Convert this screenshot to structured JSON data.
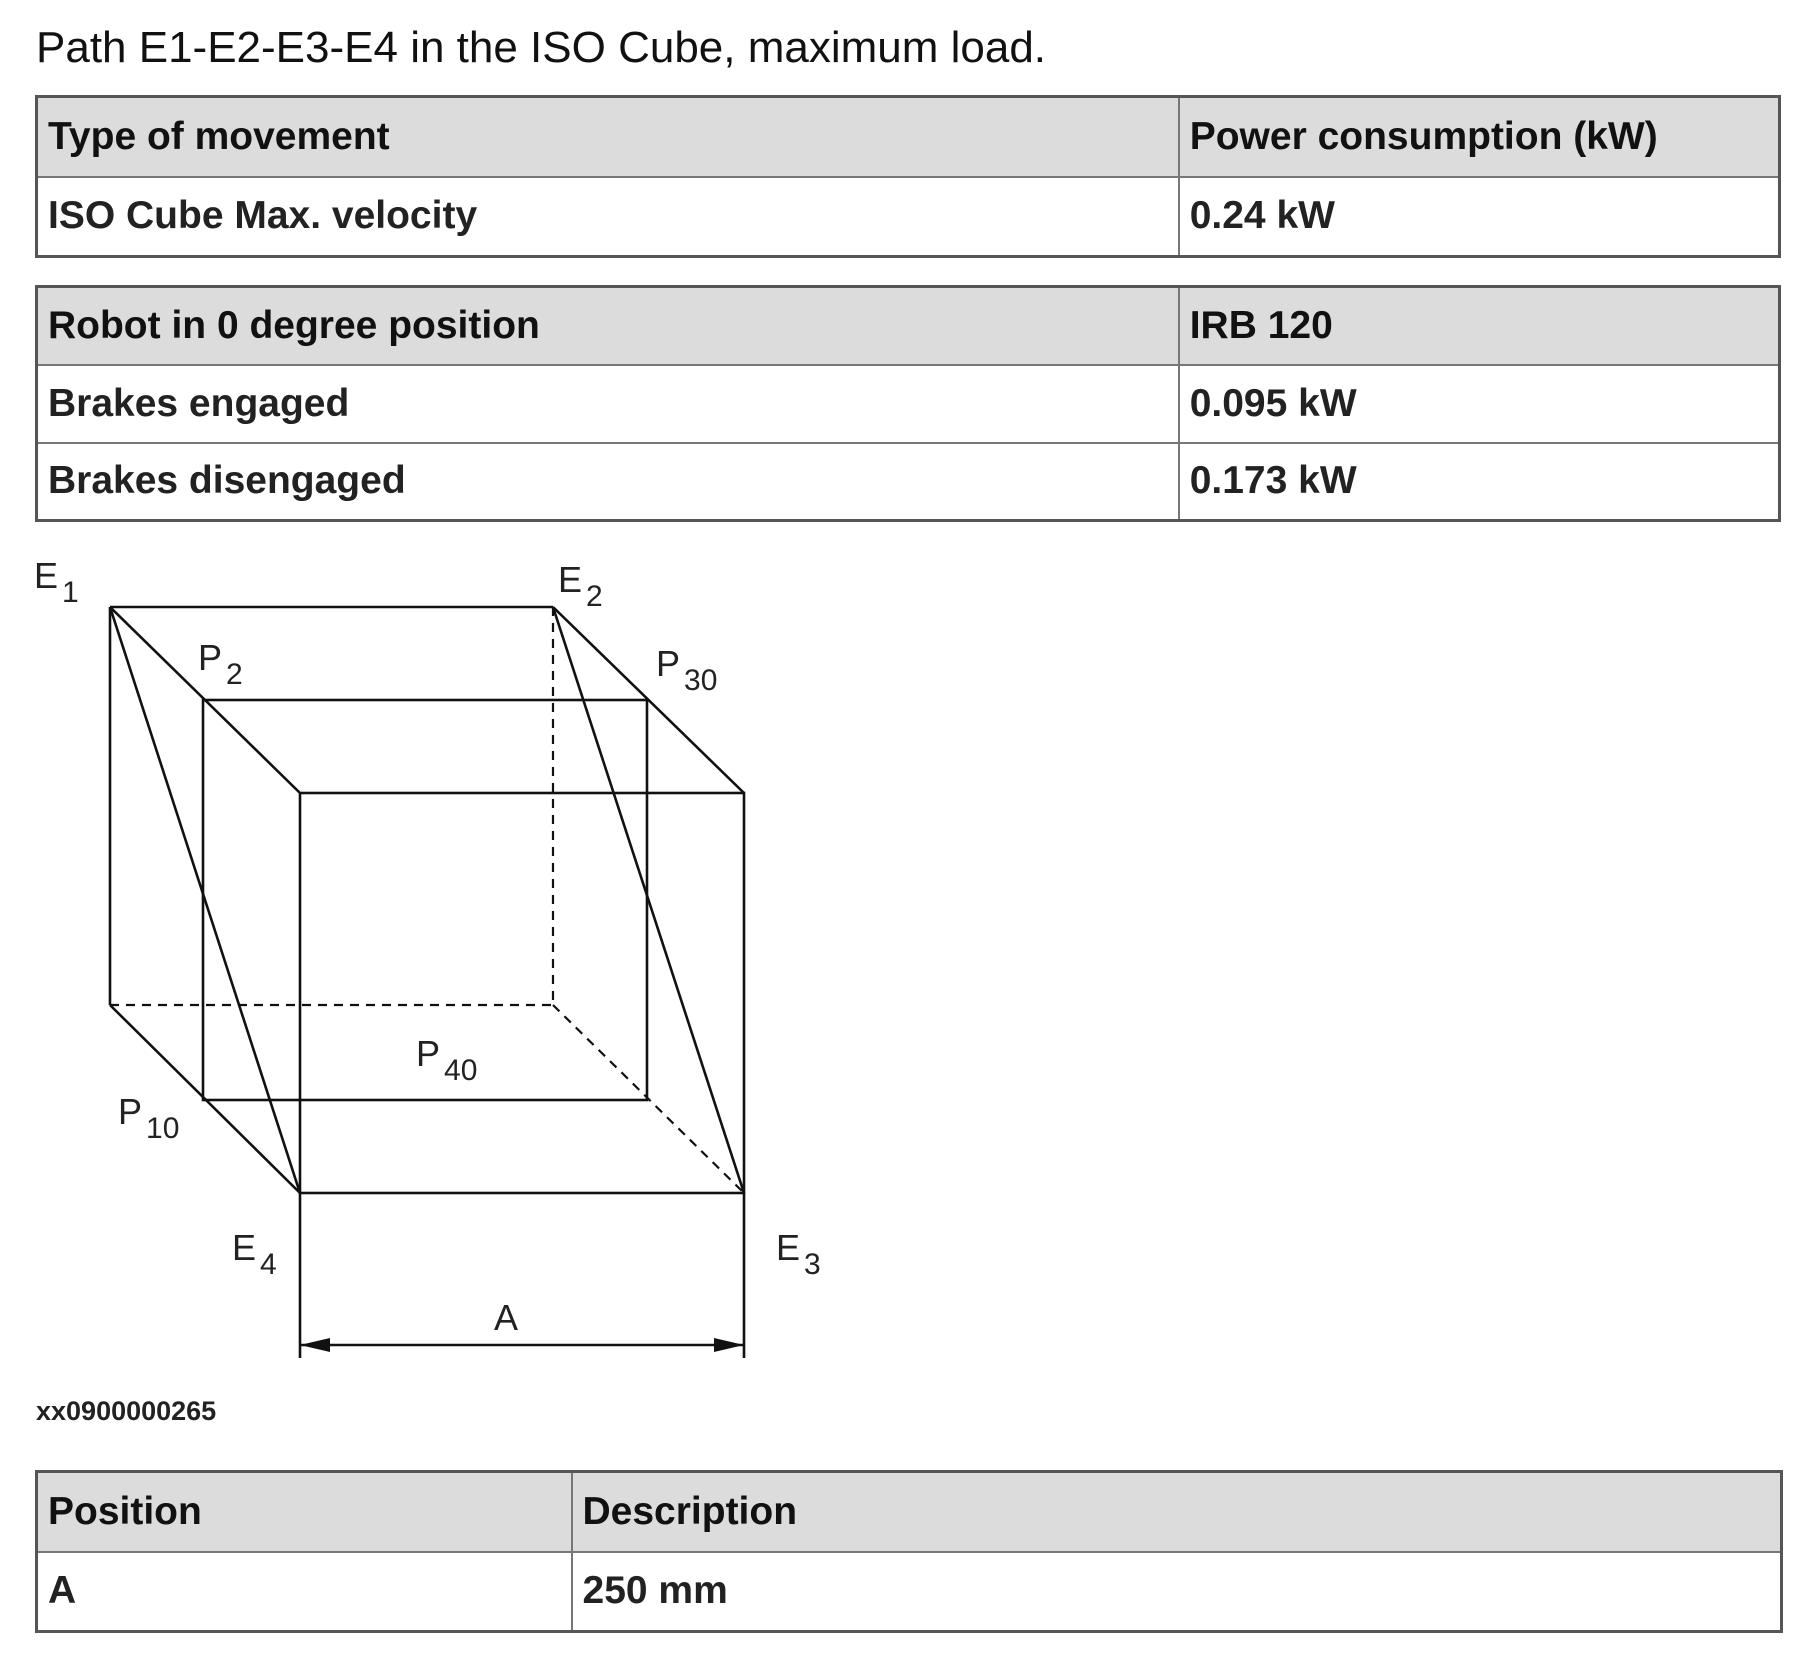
{
  "heading": "Path E1-E2-E3-E4 in the ISO Cube, maximum load.",
  "power_table": {
    "headers": [
      "Type of movement",
      "Power consumption (kW)"
    ],
    "rows": [
      [
        "ISO Cube Max. velocity",
        "0.24 kW"
      ]
    ]
  },
  "robot_table": {
    "headers": [
      "Robot in 0 degree position",
      "IRB 120"
    ],
    "rows": [
      [
        "Brakes engaged",
        "0.095 kW"
      ],
      [
        "Brakes disengaged",
        "0.173 kW"
      ]
    ]
  },
  "figure": {
    "labels": {
      "E1": {
        "letter": "E",
        "sub": "1"
      },
      "E2": {
        "letter": "E",
        "sub": "2"
      },
      "E3": {
        "letter": "E",
        "sub": "3"
      },
      "E4": {
        "letter": "E",
        "sub": "4"
      },
      "P2": {
        "letter": "P",
        "sub": "2"
      },
      "P10": {
        "letter": "P",
        "sub": "10"
      },
      "P30": {
        "letter": "P",
        "sub": "30"
      },
      "P40": {
        "letter": "P",
        "sub": "40"
      }
    },
    "dimension_label": "A",
    "code": "xx0900000265"
  },
  "position_table": {
    "headers": [
      "Position",
      "Description"
    ],
    "rows": [
      [
        "A",
        "250 mm"
      ]
    ]
  }
}
